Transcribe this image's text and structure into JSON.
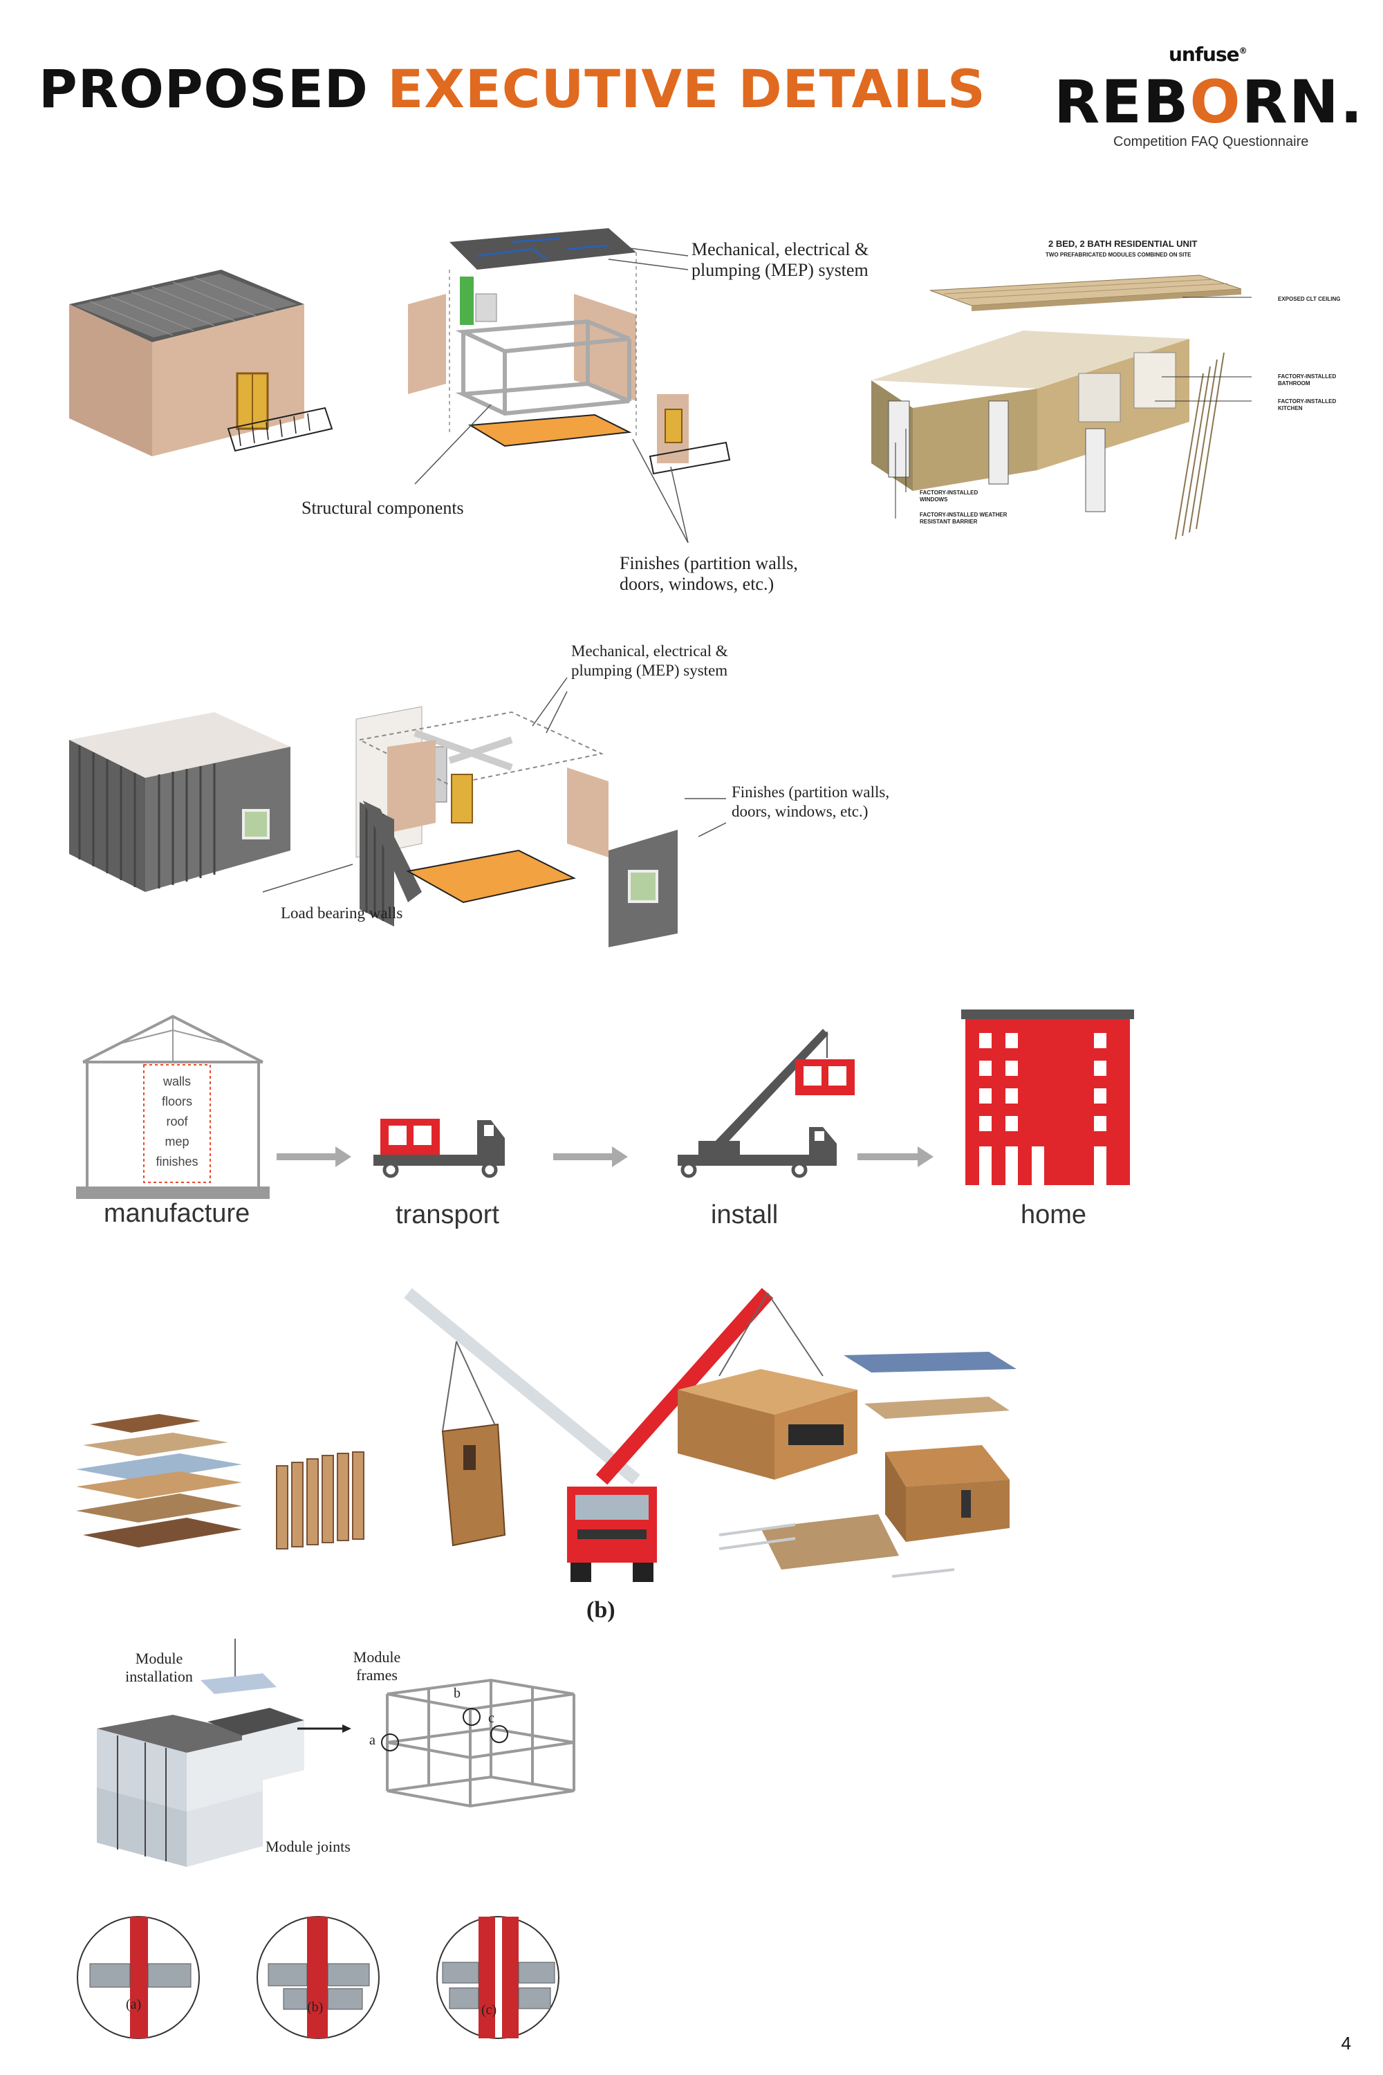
{
  "header": {
    "title_part1": "PROPOSED",
    "title_part2": "EXECUTIVE DETAILS",
    "logo_top": "unfuse",
    "logo_main_a": "REB",
    "logo_main_o": "O",
    "logo_main_b": "RN.",
    "logo_subtitle": "Competition FAQ Questionnaire"
  },
  "figure1": {
    "mep_label": "Mechanical, electrical & plumping (MEP) system",
    "structural_label": "Structural components",
    "finishes_label": "Finishes (partition walls, doors, windows, etc.)"
  },
  "figure2": {
    "title": "2 BED, 2 BATH RESIDENTIAL UNIT",
    "subtitle": "TWO PREFABRICATED MODULES COMBINED ON SITE",
    "callouts": {
      "ceiling": "EXPOSED CLT CEILING",
      "bathroom": "FACTORY-INSTALLED BATHROOM",
      "kitchen": "FACTORY-INSTALLED KITCHEN",
      "windows": "FACTORY-INSTALLED WINDOWS",
      "barrier": "FACTORY-INSTALLED WEATHER RESISTANT BARRIER"
    }
  },
  "figure3": {
    "mep_label": "Mechanical, electrical & plumping (MEP) system",
    "finishes_label": "Finishes (partition walls, doors, windows, etc.)",
    "load_label": "Load bearing walls"
  },
  "flow": {
    "steps": [
      "manufacture",
      "transport",
      "install",
      "home"
    ],
    "components": [
      "walls",
      "floors",
      "roof",
      "mep",
      "finishes"
    ]
  },
  "figure5": {
    "caption": "(b)"
  },
  "figure6": {
    "installation_label": "Module installation",
    "frames_label": "Module frames",
    "joints_label": "Module joints",
    "joint_letters": [
      "a",
      "b",
      "c"
    ],
    "captions": [
      "(a)",
      "(b)",
      "(c)"
    ]
  },
  "page": {
    "number": "4"
  },
  "colors": {
    "accent": "#e06a1f",
    "red": "#e0262b",
    "timber": "#c89a6a",
    "floor": "#f2a240",
    "steel": "#6d6d6d"
  }
}
